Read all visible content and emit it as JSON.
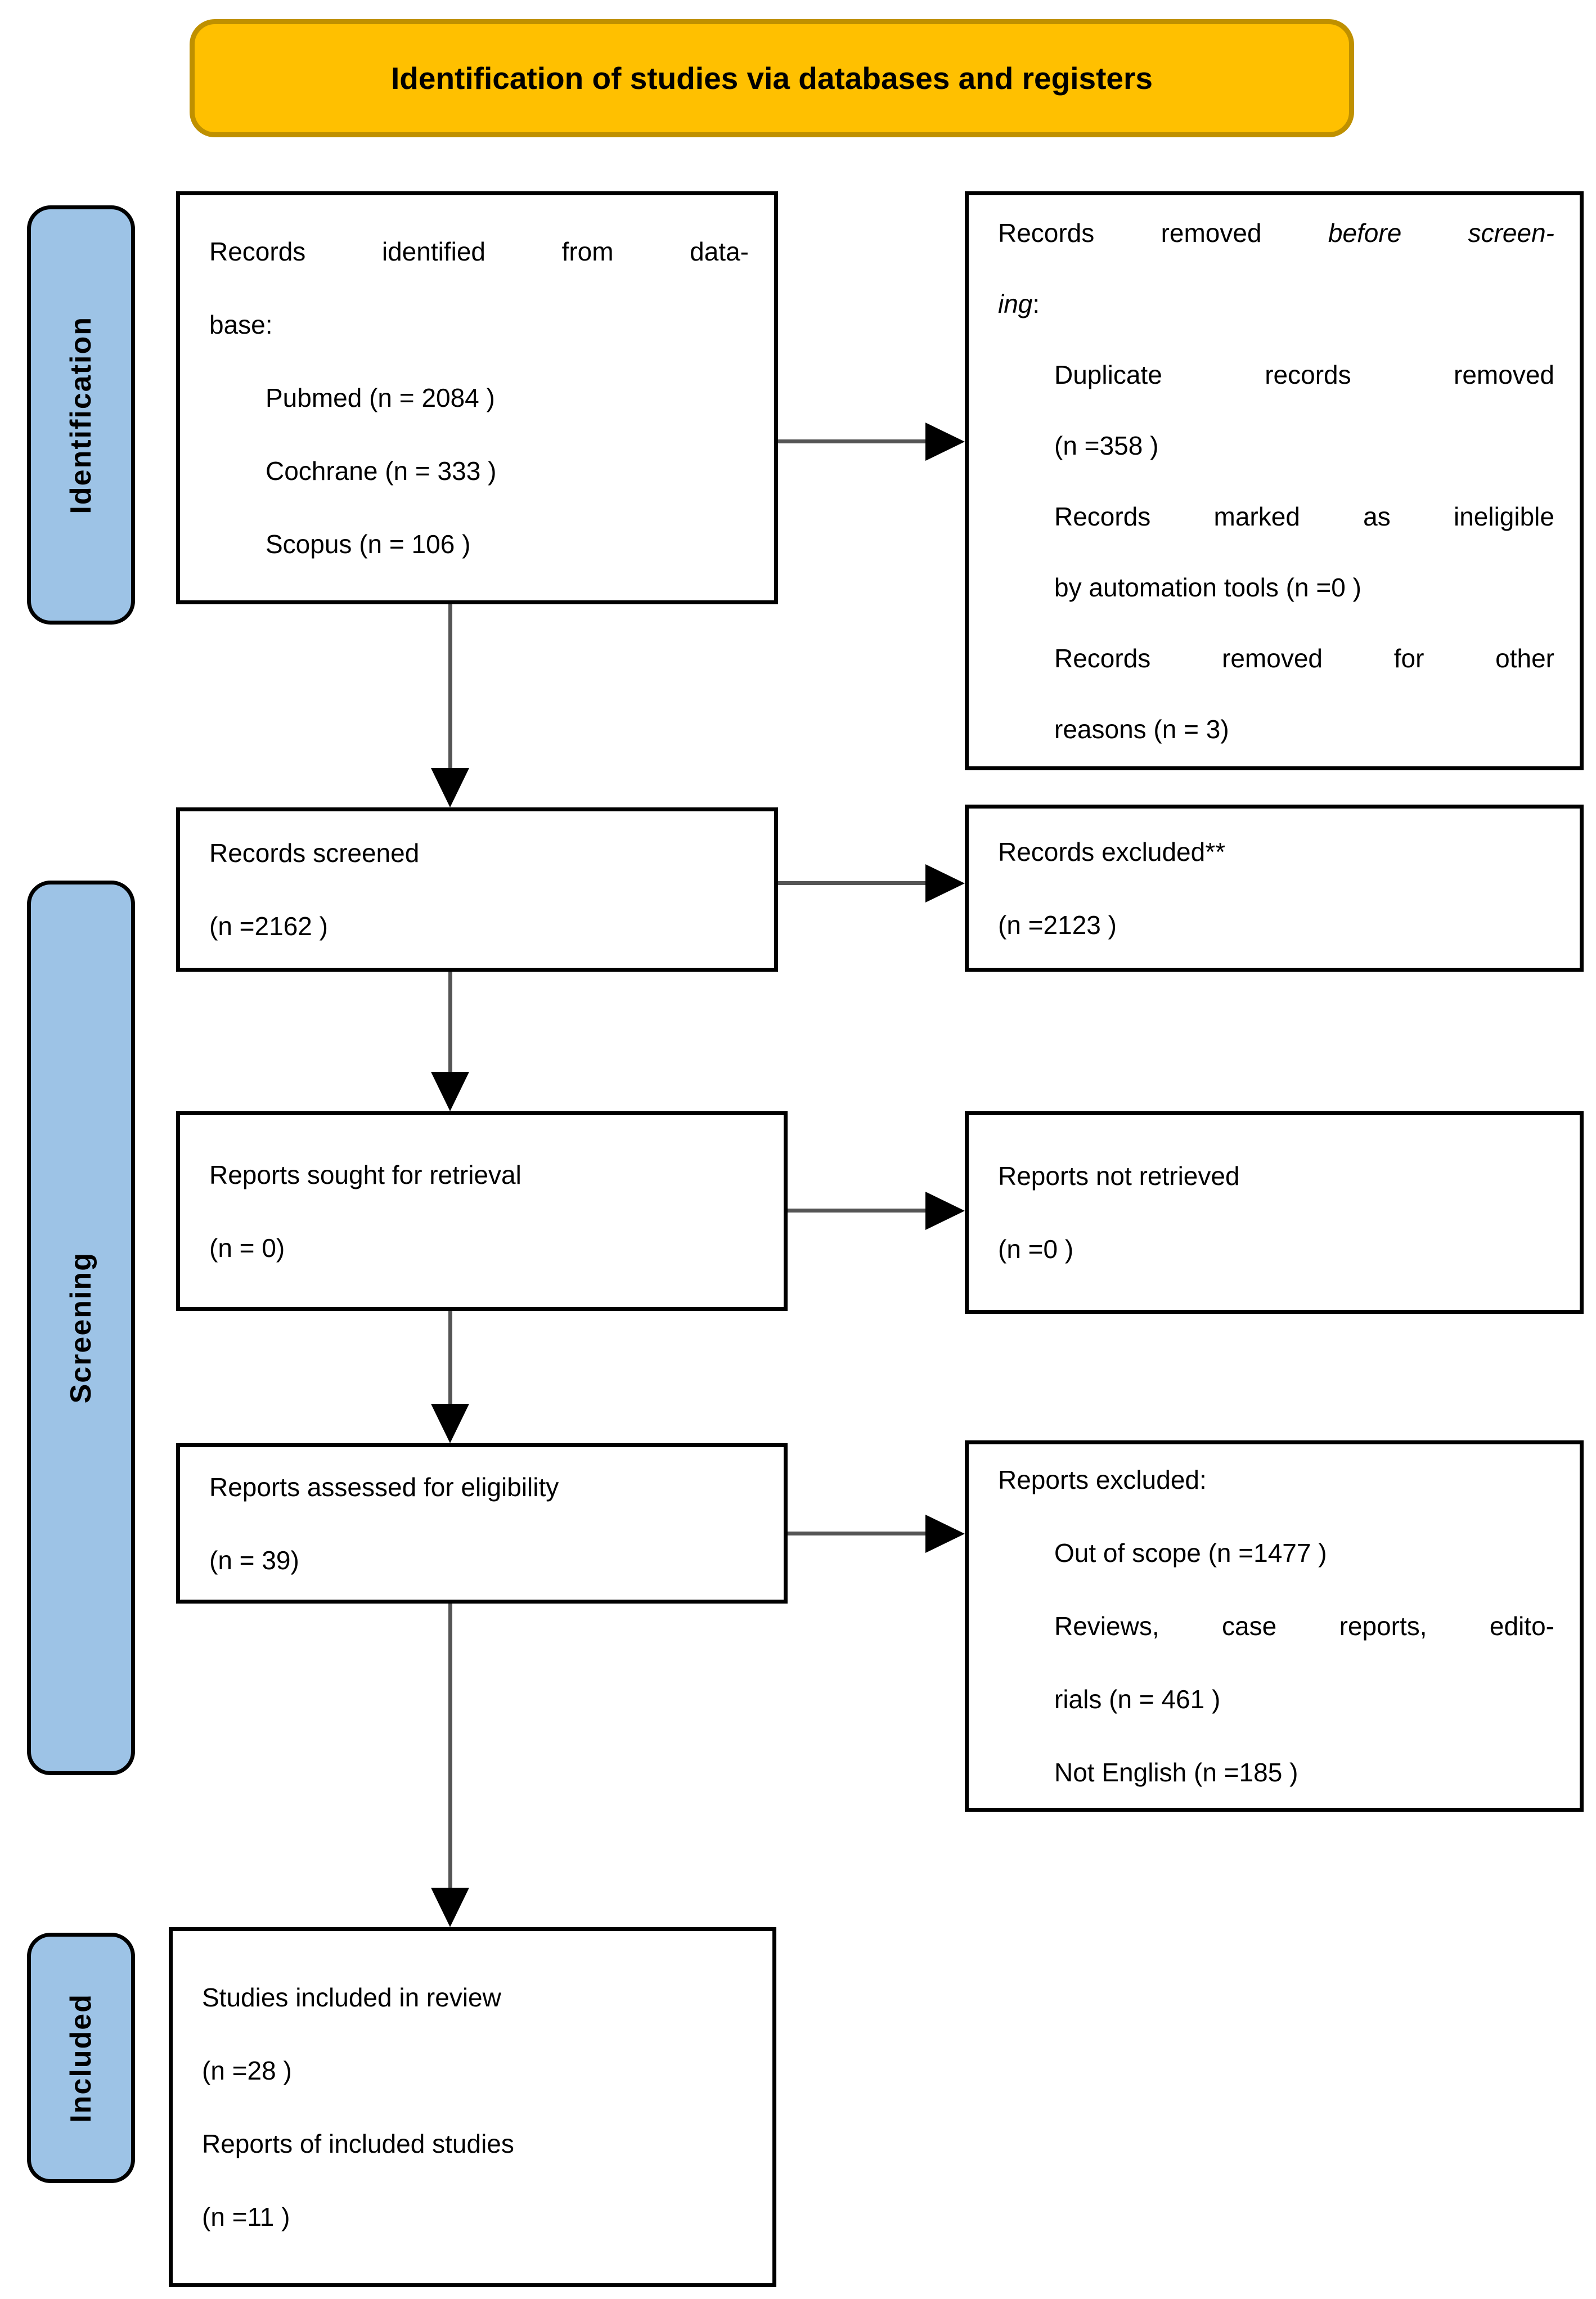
{
  "banner": {
    "label": "Identification of studies via databases and registers"
  },
  "stages": [
    {
      "label": "Identification"
    },
    {
      "label": "Screening"
    },
    {
      "label": "Included"
    }
  ],
  "colors": {
    "banner_bg": "#FFC000",
    "banner_border": "#BF9000",
    "stage_bg": "#9DC3E6",
    "box_bg": "#FFFFFF",
    "box_border": "#000000",
    "arrow_line": "#555555",
    "arrow_head": "#000000"
  },
  "boxes": {
    "identified": {
      "lines": [
        {
          "segments": [
            {
              "t": "Records identified from data-",
              "i": false
            }
          ],
          "indent": false,
          "justify": true
        },
        {
          "segments": [
            {
              "t": "base:",
              "i": false
            }
          ],
          "indent": false,
          "justify": false
        },
        {
          "segments": [
            {
              "t": "Pubmed (n = 2084 )",
              "i": false
            }
          ],
          "indent": true,
          "justify": false
        },
        {
          "segments": [
            {
              "t": "Cochrane (n = 333 )",
              "i": false
            }
          ],
          "indent": true,
          "justify": false
        },
        {
          "segments": [
            {
              "t": "Scopus (n = 106 )",
              "i": false
            }
          ],
          "indent": true,
          "justify": false
        }
      ]
    },
    "removed_before_screening": {
      "lines": [
        {
          "segments": [
            {
              "t": "Records removed ",
              "i": false
            },
            {
              "t": "before screen-",
              "i": true
            }
          ],
          "indent": false,
          "justify": true
        },
        {
          "segments": [
            {
              "t": "ing",
              "i": true
            },
            {
              "t": ":",
              "i": false
            }
          ],
          "indent": false,
          "justify": false
        },
        {
          "segments": [
            {
              "t": "Duplicate records removed",
              "i": false
            }
          ],
          "indent": true,
          "justify": true
        },
        {
          "segments": [
            {
              "t": "(n =358 )",
              "i": false
            }
          ],
          "indent": true,
          "justify": false
        },
        {
          "segments": [
            {
              "t": "Records marked as ineligible",
              "i": false
            }
          ],
          "indent": true,
          "justify": true
        },
        {
          "segments": [
            {
              "t": "by automation tools (n =0 )",
              "i": false
            }
          ],
          "indent": true,
          "justify": false
        },
        {
          "segments": [
            {
              "t": "Records removed for other",
              "i": false
            }
          ],
          "indent": true,
          "justify": true
        },
        {
          "segments": [
            {
              "t": "reasons (n = 3)",
              "i": false
            }
          ],
          "indent": true,
          "justify": false
        }
      ]
    },
    "screened": {
      "lines": [
        {
          "segments": [
            {
              "t": "Records screened",
              "i": false
            }
          ],
          "indent": false,
          "justify": false
        },
        {
          "segments": [
            {
              "t": "(n =2162 )",
              "i": false
            }
          ],
          "indent": false,
          "justify": false
        }
      ]
    },
    "records_excluded": {
      "lines": [
        {
          "segments": [
            {
              "t": "Records excluded**",
              "i": false
            }
          ],
          "indent": false,
          "justify": false
        },
        {
          "segments": [
            {
              "t": "(n =2123 )",
              "i": false
            }
          ],
          "indent": false,
          "justify": false
        }
      ]
    },
    "sought": {
      "lines": [
        {
          "segments": [
            {
              "t": "Reports sought for retrieval",
              "i": false
            }
          ],
          "indent": false,
          "justify": false
        },
        {
          "segments": [
            {
              "t": "(n = 0)",
              "i": false
            }
          ],
          "indent": false,
          "justify": false
        }
      ]
    },
    "not_retrieved": {
      "lines": [
        {
          "segments": [
            {
              "t": "Reports not retrieved",
              "i": false
            }
          ],
          "indent": false,
          "justify": false
        },
        {
          "segments": [
            {
              "t": "(n =0 )",
              "i": false
            }
          ],
          "indent": false,
          "justify": false
        }
      ]
    },
    "assessed": {
      "lines": [
        {
          "segments": [
            {
              "t": "Reports assessed for eligibility",
              "i": false
            }
          ],
          "indent": false,
          "justify": false
        },
        {
          "segments": [
            {
              "t": "(n = 39)",
              "i": false
            }
          ],
          "indent": false,
          "justify": false
        }
      ]
    },
    "reports_excluded": {
      "lines": [
        {
          "segments": [
            {
              "t": "Reports excluded:",
              "i": false
            }
          ],
          "indent": false,
          "justify": false
        },
        {
          "segments": [
            {
              "t": "Out of scope (n =1477 )",
              "i": false
            }
          ],
          "indent": true,
          "justify": false
        },
        {
          "segments": [
            {
              "t": "Reviews, case reports, edito-",
              "i": false
            }
          ],
          "indent": true,
          "justify": true
        },
        {
          "segments": [
            {
              "t": "rials (n = 461 )",
              "i": false
            }
          ],
          "indent": true,
          "justify": false
        },
        {
          "segments": [
            {
              "t": "Not English (n =185 )",
              "i": false
            }
          ],
          "indent": true,
          "justify": false
        }
      ]
    },
    "included": {
      "lines": [
        {
          "segments": [
            {
              "t": "Studies included in review",
              "i": false
            }
          ],
          "indent": false,
          "justify": false
        },
        {
          "segments": [
            {
              "t": "(n =28 )",
              "i": false
            }
          ],
          "indent": false,
          "justify": false
        },
        {
          "segments": [
            {
              "t": "Reports of included studies",
              "i": false
            }
          ],
          "indent": false,
          "justify": false
        },
        {
          "segments": [
            {
              "t": "(n =11 )",
              "i": false
            }
          ],
          "indent": false,
          "justify": false
        }
      ]
    }
  }
}
